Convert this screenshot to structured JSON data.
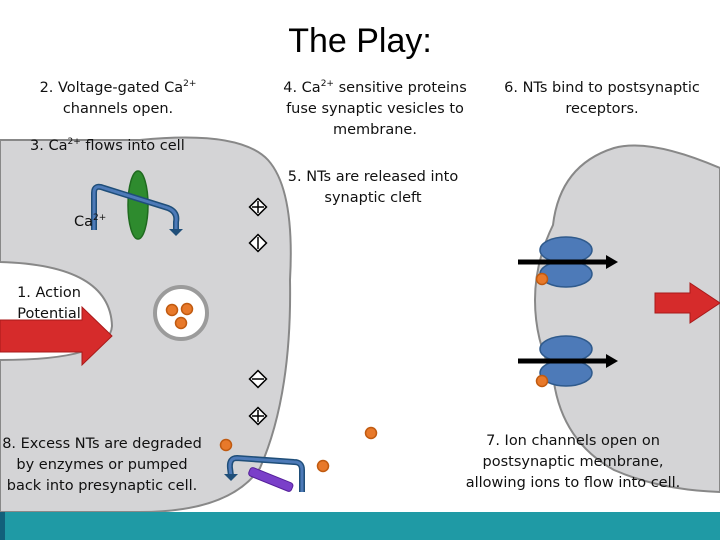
{
  "title": "The Play:",
  "colors": {
    "cell": "#d4d4d6",
    "cell_outline": "#888888",
    "channel": "#2e8b2e",
    "vesicle_nt": "#e8792a",
    "transporter": "#7a3fc9",
    "receptor": "#4d7ab8",
    "arrow": "#d62b2b",
    "bottom_bar": "#1f9aa5"
  },
  "labels": {
    "step1": {
      "line1": "1. Action",
      "line2": "Potential"
    },
    "step2": {
      "pre": "2. Voltage-gated Ca",
      "sup": "2+",
      "line2": "channels open."
    },
    "step3": {
      "pre": "3. Ca",
      "sup": "2+",
      "post": " flows into cell"
    },
    "step4": {
      "pre": "4. Ca",
      "sup": "2+",
      "post": " sensitive proteins",
      "line2": "fuse synaptic vesicles to",
      "line3": "membrane."
    },
    "step5": {
      "line1": "5. NTs are released into",
      "line2": "synaptic cleft"
    },
    "step6": {
      "line1": "6. NTs bind to postsynaptic",
      "line2": "receptors."
    },
    "step7": {
      "line1": "7. Ion channels open on",
      "line2": "postsynaptic membrane,",
      "line3": "allowing ions to flow into cell."
    },
    "step8": {
      "line1": "8. Excess NTs are degraded",
      "line2": "by enzymes or pumped",
      "line3": "back into presynaptic cell."
    },
    "ion": {
      "pre": "Ca",
      "sup": "2+"
    }
  }
}
